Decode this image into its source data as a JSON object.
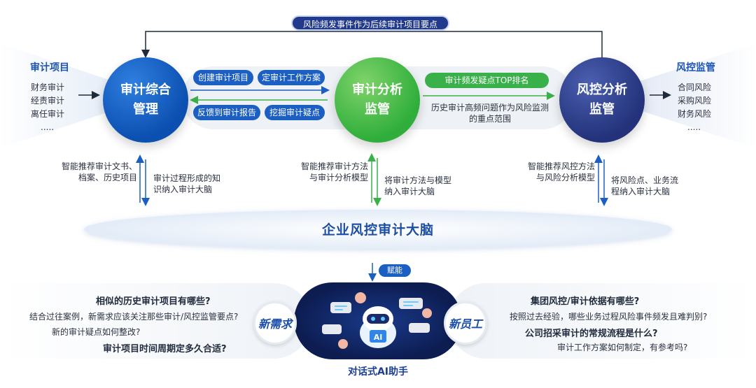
{
  "top_banner": "风险频发事件作为后续审计项目要点",
  "left_side": {
    "title": "审计项目",
    "items": [
      "财务审计",
      "经责审计",
      "离任审计",
      "....."
    ]
  },
  "right_side": {
    "title": "风控监管",
    "items": [
      "合同风险",
      "采购风险",
      "财务风险",
      "....."
    ]
  },
  "circles": {
    "audit_mgmt": "审计综合\n管理",
    "audit_analysis": "审计分析\n监管",
    "risk_analysis": "风控分析\n监管"
  },
  "flow_pills": {
    "create_project": "创建审计项目",
    "make_plan": "定审计工作方案",
    "feedback_report": "反馈到审计报告",
    "dig_suspicion": "挖掘审计疑点"
  },
  "ranking_pill": "审计频发疑点TOP排名",
  "ranking_note": "历史审计高频问题作为风险监测\n的重点范围",
  "brain_notes": {
    "left_up": "智能推荐审计文书、\n档案、历史项目",
    "left_down": "审计过程形成的知\n识纳入审计大脑",
    "mid_up": "智能推荐审计方法\n与审计分析模型",
    "mid_down": "将审计方法与模型\n纳入审计大脑",
    "right_up": "智能推荐风控方法\n与风险分析模型",
    "right_down": "将风险点、业务流\n程纳入审计大脑"
  },
  "brain_title": "企业风控审计大脑",
  "empower_label": "赋能",
  "left_questions": {
    "q1": "相似的历史审计项目有哪些?",
    "q2": "结合过往案例，新需求应该关注那些审计/风控监管要点?",
    "q3": "新的审计疑点如何整改?",
    "q4": "审计项目时间周期定多久合适?"
  },
  "right_questions": {
    "q1": "集团风控/审计依据有哪些?",
    "q2": "按照过去经验，哪些业务过程风险事件频发且难判别?",
    "q3": "公司招采审计的常规流程是什么?",
    "q4": "审计工作方案如何制定，有参考吗?"
  },
  "badges": {
    "new_demand": "新需求",
    "new_staff": "新员工"
  },
  "ai_title": "对话式AI助手",
  "ai_face_label": "AI",
  "colors": {
    "navy": "#223a8c",
    "blue": "#1c5fc2",
    "green": "#3ab04a",
    "dark_blue": "#23327a"
  }
}
